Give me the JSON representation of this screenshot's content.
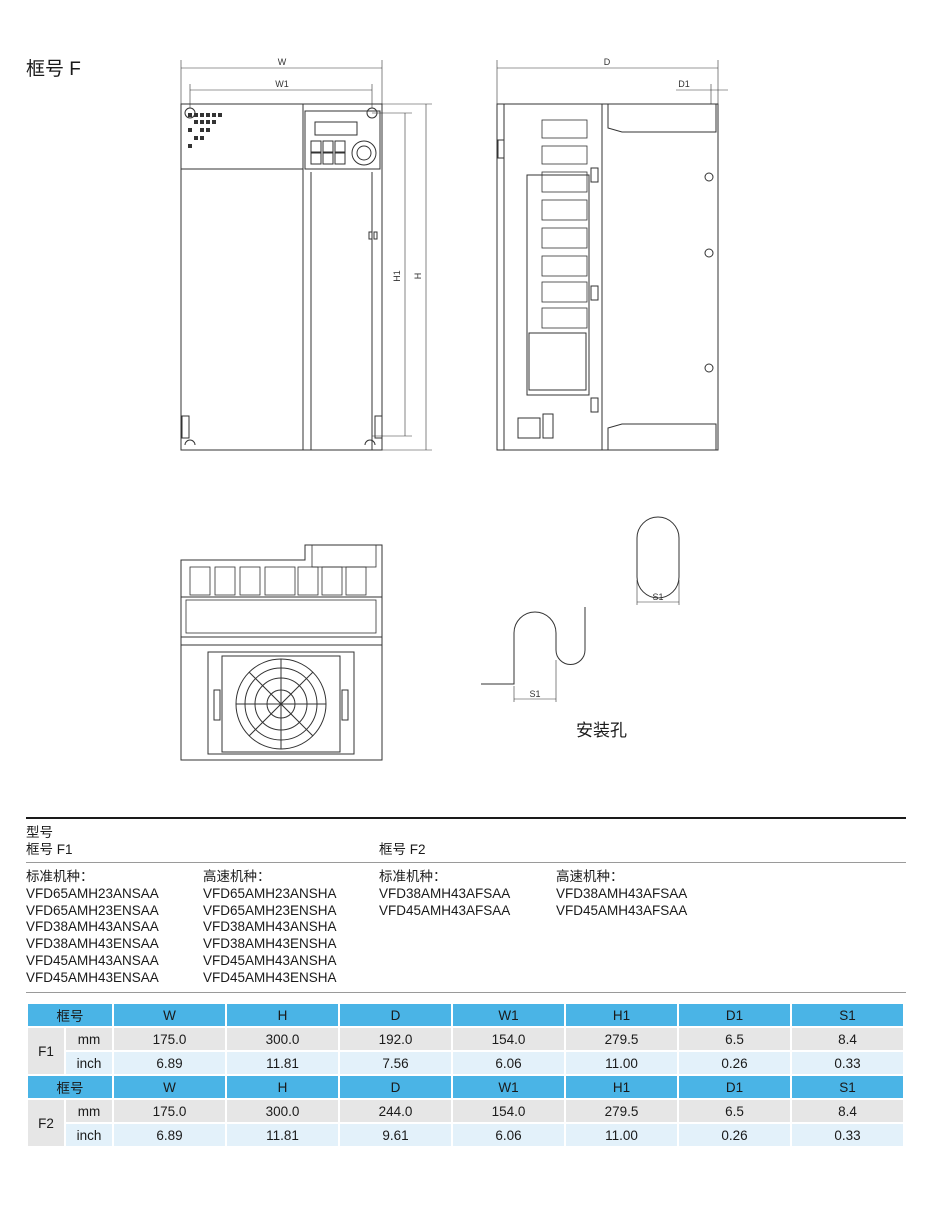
{
  "frame_title": "框号 F",
  "dimension_labels": {
    "w": "W",
    "w1": "W1",
    "h": "H",
    "h1": "H1",
    "d": "D",
    "d1": "D1",
    "s1": "S1"
  },
  "mounting_hole_label": "安装孔",
  "models": {
    "heading": "型号",
    "f1": {
      "label": "框号 F1",
      "standard_title": "标准机种：",
      "standard": [
        "VFD65AMH23ANSAA",
        "VFD65AMH23ENSAA",
        "VFD38AMH43ANSAA",
        "VFD38AMH43ENSAA",
        "VFD45AMH43ANSAA",
        "VFD45AMH43ENSAA"
      ],
      "highspeed_title": "高速机种：",
      "highspeed": [
        "VFD65AMH23ANSHA",
        "VFD65AMH23ENSHA",
        "VFD38AMH43ANSHA",
        "VFD38AMH43ENSHA",
        "VFD45AMH43ANSHA",
        "VFD45AMH43ENSHA"
      ]
    },
    "f2": {
      "label": "框号 F2",
      "standard_title": "标准机种：",
      "standard": [
        "VFD38AMH43AFSAA",
        "VFD45AMH43AFSAA"
      ],
      "highspeed_title": "高速机种：",
      "highspeed": [
        "VFD38AMH43AFSAA",
        "VFD45AMH43AFSAA"
      ]
    }
  },
  "dimensions_table": {
    "header": [
      "框号",
      "W",
      "H",
      "D",
      "W1",
      "H1",
      "D1",
      "S1"
    ],
    "groups": [
      {
        "frame": "F1",
        "rows": [
          {
            "unit": "mm",
            "values": [
              "175.0",
              "300.0",
              "192.0",
              "154.0",
              "279.5",
              "6.5",
              "8.4"
            ]
          },
          {
            "unit": "inch",
            "values": [
              "6.89",
              "11.81",
              "7.56",
              "6.06",
              "11.00",
              "0.26",
              "0.33"
            ]
          }
        ]
      },
      {
        "frame": "F2",
        "rows": [
          {
            "unit": "mm",
            "values": [
              "175.0",
              "300.0",
              "244.0",
              "154.0",
              "279.5",
              "6.5",
              "8.4"
            ]
          },
          {
            "unit": "inch",
            "values": [
              "6.89",
              "11.81",
              "9.61",
              "6.06",
              "11.00",
              "0.26",
              "0.33"
            ]
          }
        ]
      }
    ]
  },
  "colors": {
    "table_header": "#4ab4e6",
    "row_mm": "#e6e6e6",
    "row_inch": "#e3f1fa"
  }
}
